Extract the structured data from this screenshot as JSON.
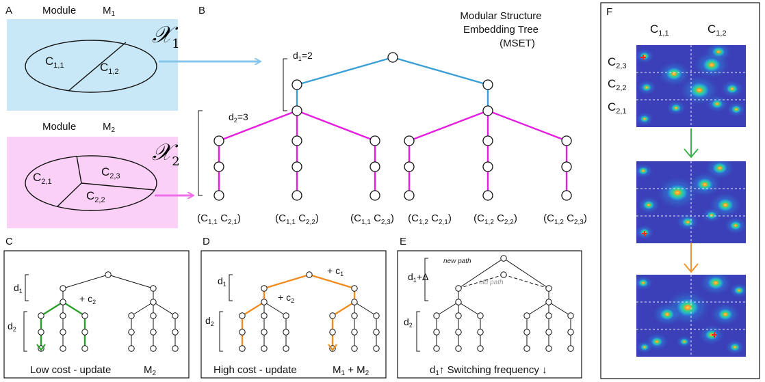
{
  "panel_a": {
    "letter": "A",
    "module1_label": "Module",
    "module1_name": "M",
    "module1_sub": "1",
    "space1": "𝒳",
    "space1_sub": "1",
    "c11": "C",
    "c11_sub": "1,1",
    "c12": "C",
    "c12_sub": "1,2",
    "module2_label": "Module",
    "module2_name": "M",
    "module2_sub": "2",
    "space2": "𝒳",
    "space2_sub": "2",
    "c21": "C",
    "c21_sub": "2,1",
    "c22": "C",
    "c22_sub": "2,2",
    "c23": "C",
    "c23_sub": "2,3",
    "colors": {
      "module1_bg": "#c8e8f7",
      "module2_bg": "#fbd0f6"
    }
  },
  "panel_b": {
    "letter": "B",
    "title_line1": "Modular Structure",
    "title_line2": "Embedding Tree",
    "title_line3": "(MSET)",
    "d1_label": "d",
    "d1_sub": "1",
    "d1_value": "=2",
    "d2_label": "d",
    "d2_sub": "2",
    "d2_value": "=3",
    "leaves": [
      {
        "a": "C",
        "a_sub": "1,1",
        "b": "C",
        "b_sub": "2,1"
      },
      {
        "a": "C",
        "a_sub": "1,1",
        "b": "C",
        "b_sub": "2,2"
      },
      {
        "a": "C",
        "a_sub": "1,1",
        "b": "C",
        "b_sub": "2,3"
      },
      {
        "a": "C",
        "a_sub": "1,2",
        "b": "C",
        "b_sub": "2,1"
      },
      {
        "a": "C",
        "a_sub": "1,2",
        "b": "C",
        "b_sub": "2,2"
      },
      {
        "a": "C",
        "a_sub": "1,2",
        "b": "C",
        "b_sub": "2,3"
      }
    ],
    "colors": {
      "module1_edges": "#3a9fd6",
      "module2_edges": "#e61ee0",
      "arrow_top": "#86c6ea",
      "arrow_bottom": "#ef6fe9"
    }
  },
  "panel_c": {
    "letter": "C",
    "d1": "d",
    "d1_sub": "1",
    "d2": "d",
    "d2_sub": "2",
    "cost": "+ c",
    "cost_sub": "2",
    "caption": "Low cost - update",
    "caption_module": "M",
    "caption_module_sub": "2",
    "color": "#2aa02a"
  },
  "panel_d": {
    "letter": "D",
    "d1": "d",
    "d1_sub": "1",
    "d2": "d",
    "d2_sub": "2",
    "cost1": "+ c",
    "cost1_sub": "1",
    "cost2": "+ c",
    "cost2_sub": "2",
    "caption": "High cost - update",
    "caption_m1": "M",
    "caption_m1_sub": "1",
    "caption_plus": "+",
    "caption_m2": "M",
    "caption_m2_sub": "2",
    "color": "#f08c1e"
  },
  "panel_e": {
    "letter": "E",
    "d1": "d",
    "d1_sub": "1",
    "d1_extra": "+Δ",
    "d2": "d",
    "d2_sub": "2",
    "new_path": "new path",
    "old_path": "old path",
    "caption_d": "d",
    "caption_d_sub": "1",
    "caption_up": "↑",
    "caption_text": "Switching frequency",
    "caption_down": "↓"
  },
  "panel_f": {
    "letter": "F",
    "col1": "C",
    "col1_sub": "1,1",
    "col2": "C",
    "col2_sub": "1,2",
    "row1": "C",
    "row1_sub": "2,3",
    "row2": "C",
    "row2_sub": "2,2",
    "row3": "C",
    "row3_sub": "2,1",
    "colors": {
      "arrow1": "#3bb14a",
      "arrow2": "#f2922a",
      "map_bg": "#3b3fb8"
    }
  }
}
